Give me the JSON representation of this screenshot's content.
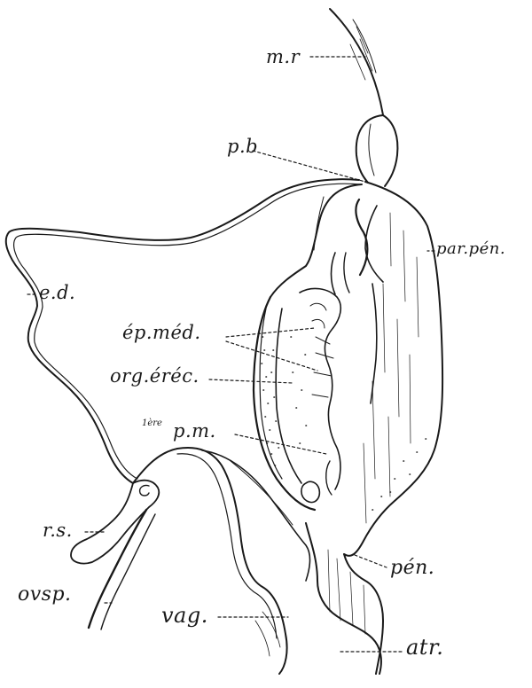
{
  "labels": {
    "mr": "m.r",
    "pb": "p.b",
    "parpen": "par.pén.",
    "ed": "e.d.",
    "epmed": "ép.méd.",
    "orgerec": "org.éréc.",
    "pm_prefix": "1ère",
    "pm": "p.m.",
    "rs": "r.s.",
    "ovsp": "ovsp.",
    "vag": "vag.",
    "pen": "pén.",
    "atr": "atr."
  }
}
